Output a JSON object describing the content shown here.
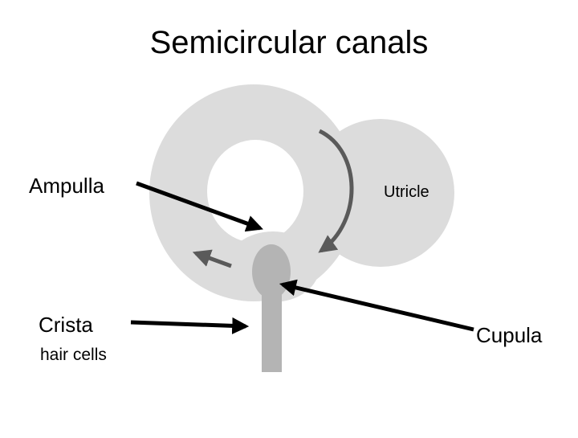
{
  "slide": {
    "title": "Semicircular canals",
    "labels": {
      "ampulla": "Ampulla",
      "utricle": "Utricle",
      "crista": "Crista",
      "hair_cells": "hair cells",
      "cupula": "Cupula"
    }
  },
  "colors": {
    "canal": "#dcdcdc",
    "structure": "#b4b4b4",
    "flow_arrow": "#5a5a5a",
    "pointer": "#000000",
    "background": "#ffffff"
  }
}
